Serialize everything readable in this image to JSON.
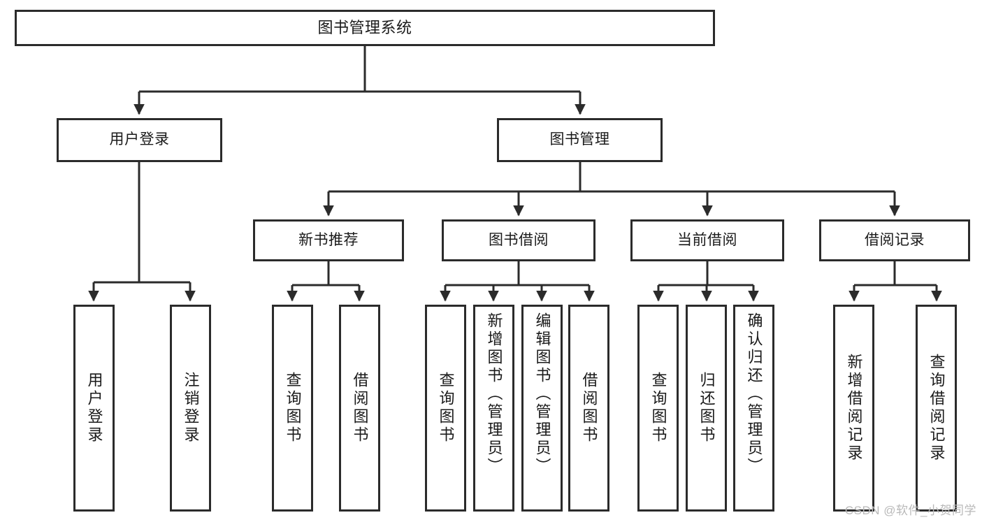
{
  "diagram": {
    "title_node": {
      "label": "图书管理系统"
    },
    "level2": [
      {
        "id": "user-login",
        "label": "用户登录"
      },
      {
        "id": "book-manage",
        "label": "图书管理"
      }
    ],
    "level3": [
      {
        "id": "new-book-recommend",
        "label": "新书推荐"
      },
      {
        "id": "book-borrow",
        "label": "图书借阅"
      },
      {
        "id": "current-borrow",
        "label": "当前借阅"
      },
      {
        "id": "borrow-record",
        "label": "借阅记录"
      }
    ],
    "leaves": {
      "user_login": [
        {
          "id": "leaf-user-login",
          "label": "用户登录"
        },
        {
          "id": "leaf-logout-login",
          "label": "注销登录"
        }
      ],
      "new_book_recommend": [
        {
          "id": "leaf-query-book-1",
          "label": "查询图书"
        },
        {
          "id": "leaf-borrow-book-1",
          "label": "借阅图书"
        }
      ],
      "book_borrow": [
        {
          "id": "leaf-query-book-2",
          "label": "查询图书"
        },
        {
          "id": "leaf-add-book",
          "label": "新增图书（管理员）"
        },
        {
          "id": "leaf-edit-book",
          "label": "编辑图书（管理员）"
        },
        {
          "id": "leaf-borrow-book-2",
          "label": "借阅图书"
        }
      ],
      "current_borrow": [
        {
          "id": "leaf-query-book-3",
          "label": "查询图书"
        },
        {
          "id": "leaf-return-book",
          "label": "归还图书"
        },
        {
          "id": "leaf-confirm-return",
          "label": "确认归还（管理员）"
        }
      ],
      "borrow_record": [
        {
          "id": "leaf-add-record",
          "label": "新增借阅记录"
        },
        {
          "id": "leaf-query-record",
          "label": "查询借阅记录"
        }
      ]
    }
  },
  "watermark": {
    "text": "CSDN @软件_小贺同学"
  },
  "colors": {
    "stroke": "#2b2b2b",
    "fill": "#ffffff",
    "text": "#1a1a1a",
    "watermark": "#b9b9b9"
  }
}
